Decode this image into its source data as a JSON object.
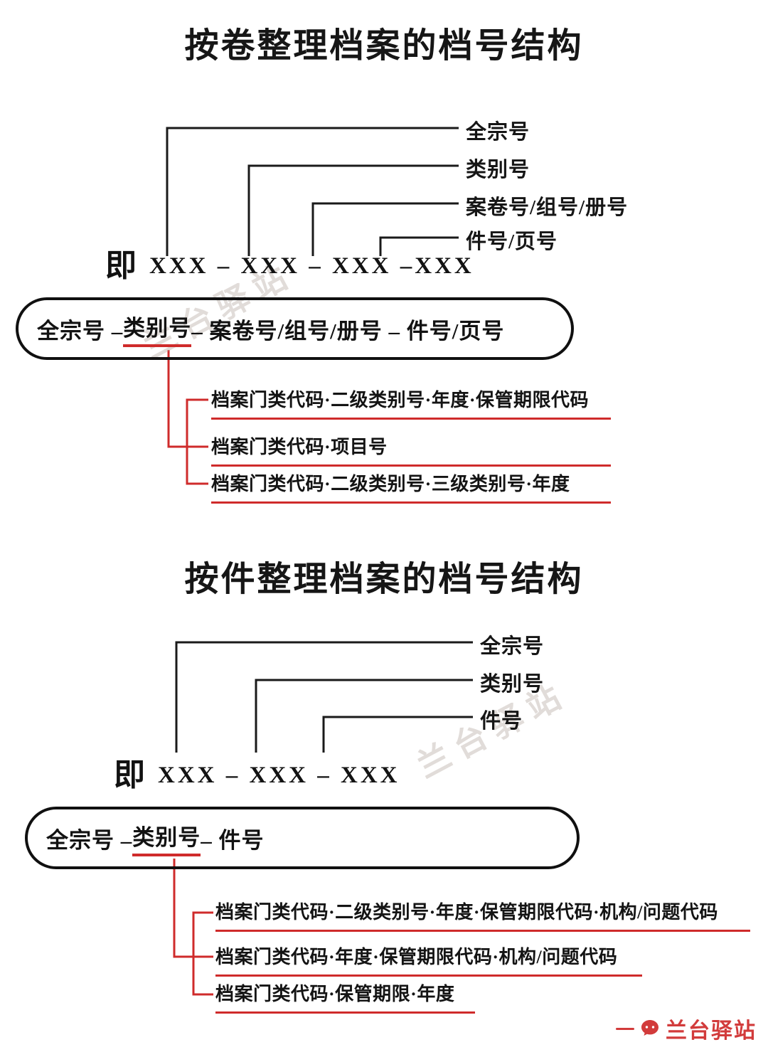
{
  "watermark": {
    "text": "兰台驿站"
  },
  "footer": {
    "brand": "兰台驿站"
  },
  "section_volume": {
    "title": "按卷整理档案的档号结构",
    "labels": [
      "全宗号",
      "类别号",
      "案卷号/组号/册号",
      "件号/页号"
    ],
    "formula_prefix": "即",
    "formula": "XXX – XXX – XXX –XXX",
    "box_pre": "全宗号 – ",
    "box_highlight": "类别号",
    "box_post": " – 案卷号/组号/册号 – 件号/页号",
    "branches": [
      "档案门类代码·二级类别号·年度·保管期限代码",
      "档案门类代码·项目号",
      "档案门类代码·二级类别号·三级类别号·年度"
    ]
  },
  "section_item": {
    "title": "按件整理档案的档号结构",
    "labels": [
      "全宗号",
      "类别号",
      "件号"
    ],
    "formula_prefix": "即",
    "formula": "XXX – XXX – XXX",
    "box_pre": "全宗号 – ",
    "box_highlight": "类别号",
    "box_post": " –  件号",
    "branches": [
      "档案门类代码·二级类别号·年度·保管期限代码·机构/问题代码",
      "档案门类代码·年度·保管期限代码·机构/问题代码",
      "档案门类代码·保管期限·年度"
    ]
  }
}
